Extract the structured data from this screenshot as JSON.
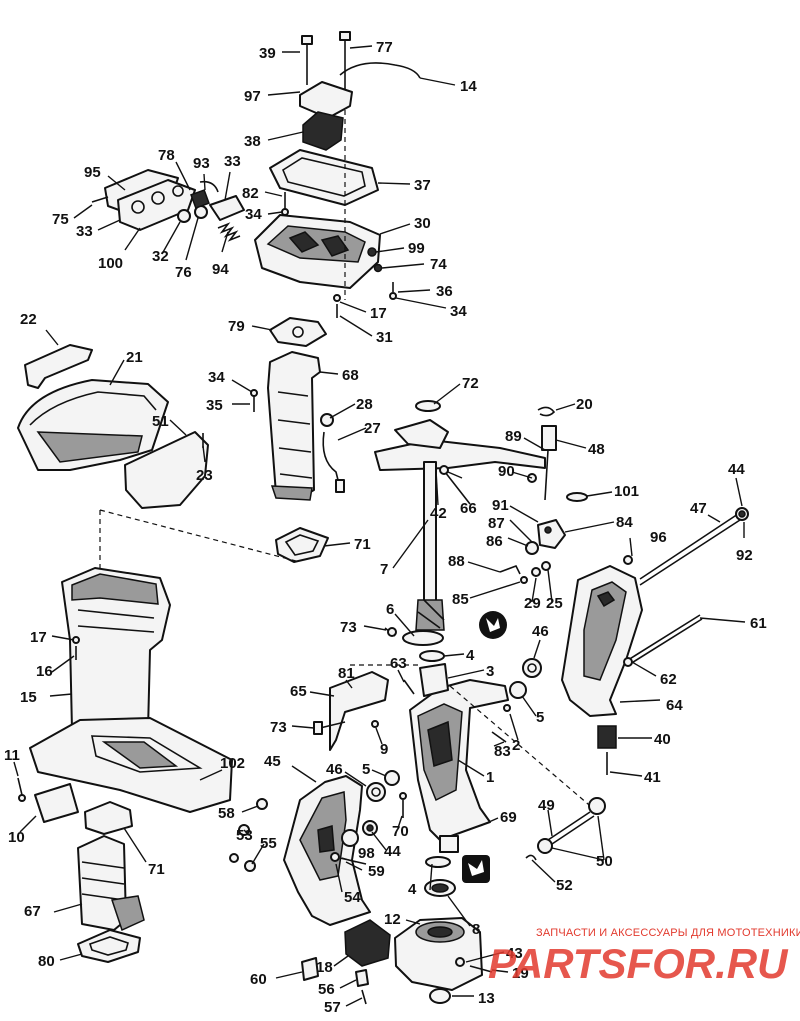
{
  "diagram": {
    "callouts": [
      "39",
      "77",
      "14",
      "97",
      "38",
      "37",
      "78",
      "93",
      "33",
      "95",
      "75",
      "33",
      "100",
      "32",
      "76",
      "94",
      "82",
      "34",
      "30",
      "99",
      "74",
      "36",
      "34",
      "17",
      "31",
      "22",
      "21",
      "79",
      "68",
      "34",
      "35",
      "28",
      "72",
      "20",
      "89",
      "48",
      "27",
      "51",
      "23",
      "44",
      "90",
      "101",
      "66",
      "42",
      "47",
      "92",
      "91",
      "84",
      "87",
      "96",
      "86",
      "88",
      "85",
      "29",
      "25",
      "71",
      "7",
      "61",
      "6",
      "73",
      "17",
      "46",
      "4",
      "3",
      "16",
      "63",
      "81",
      "62",
      "65",
      "64",
      "5",
      "15",
      "73",
      "9",
      "2",
      "83",
      "40",
      "41",
      "45",
      "46",
      "1",
      "11",
      "102",
      "5",
      "49",
      "58",
      "70",
      "69",
      "53",
      "55",
      "44",
      "10",
      "71",
      "98",
      "50",
      "59",
      "52",
      "54",
      "4",
      "67",
      "8",
      "12",
      "80",
      "43",
      "18",
      "60",
      "19",
      "56",
      "13",
      "57"
    ]
  },
  "watermark": {
    "tagline": "ЗАПЧАСТИ И АКСЕССУАРЫ ДЛЯ МОТОТЕХНИКИ",
    "brand": "PARTSFOR.RU",
    "color": "#e23a2e"
  }
}
